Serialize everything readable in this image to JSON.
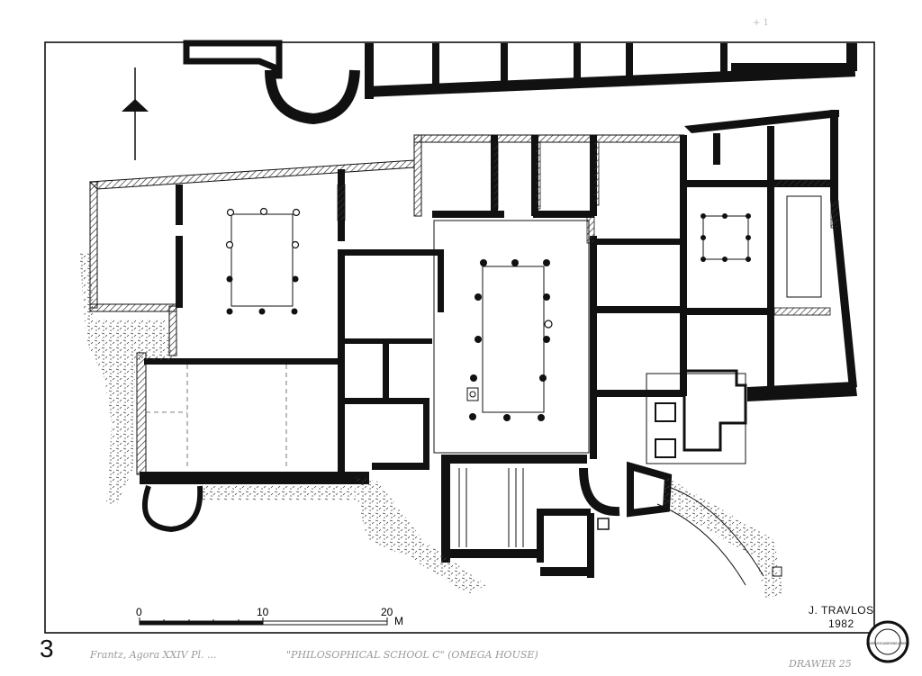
{
  "plate_number": "3",
  "credit": {
    "author": "J. TRAVLOS",
    "year": "1982"
  },
  "scale": {
    "ticks": [
      "0",
      "10",
      "20"
    ],
    "unit": "M"
  },
  "handwritten": {
    "left": "Frantz, Agora XXIV   Pl. ... ",
    "center": "\"PHILOSOPHICAL SCHOOL C\"    (OMEGA HOUSE)",
    "right": "DRAWER 25"
  },
  "corner_mark": "+ 1",
  "stamp": "AGORA EXCAVATIONS ATHENS",
  "colors": {
    "wall": "#111111",
    "paper": "#ffffff",
    "hatch": "#333333"
  },
  "icons": {
    "north_arrow": "north-arrow-icon",
    "stamp": "stamp-icon"
  }
}
